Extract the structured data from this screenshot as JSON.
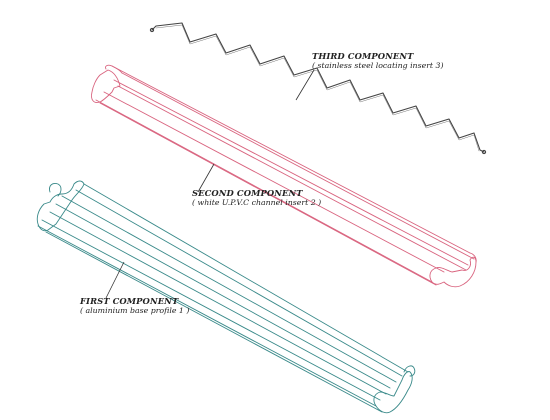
{
  "labels": {
    "third": {
      "title": "THIRD COMPONENT",
      "description": "( stainless steel locating insert 3)"
    },
    "second": {
      "title": "SECOND COMPONENT",
      "description": "( white U.P.V.C channel insert 2 )"
    },
    "first": {
      "title": "FIRST COMPONENT",
      "description": "( aluminium base profile 1 )"
    }
  },
  "colors": {
    "third_component": "#444444",
    "second_component": "#d9647f",
    "first_component": "#3a8a8a",
    "label_text": "#222222",
    "leader_line": "#333333"
  }
}
